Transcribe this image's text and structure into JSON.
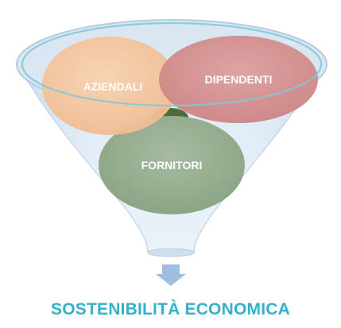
{
  "diagram": {
    "circles": [
      {
        "id": "aziendali",
        "label": "AZIENDALI",
        "color": "#f5c8a2"
      },
      {
        "id": "dipendenti",
        "label": "DIPENDENTI",
        "color": "#d48e8e"
      },
      {
        "id": "fornitori",
        "label": "FORNITORI",
        "color": "#97ae91"
      }
    ],
    "funnel_color": "#c9dcec",
    "arrow_color": "#9fbfde",
    "result": {
      "label": "SOSTENIBILITÀ ECONOMICA",
      "color": "#35b0c8"
    }
  }
}
